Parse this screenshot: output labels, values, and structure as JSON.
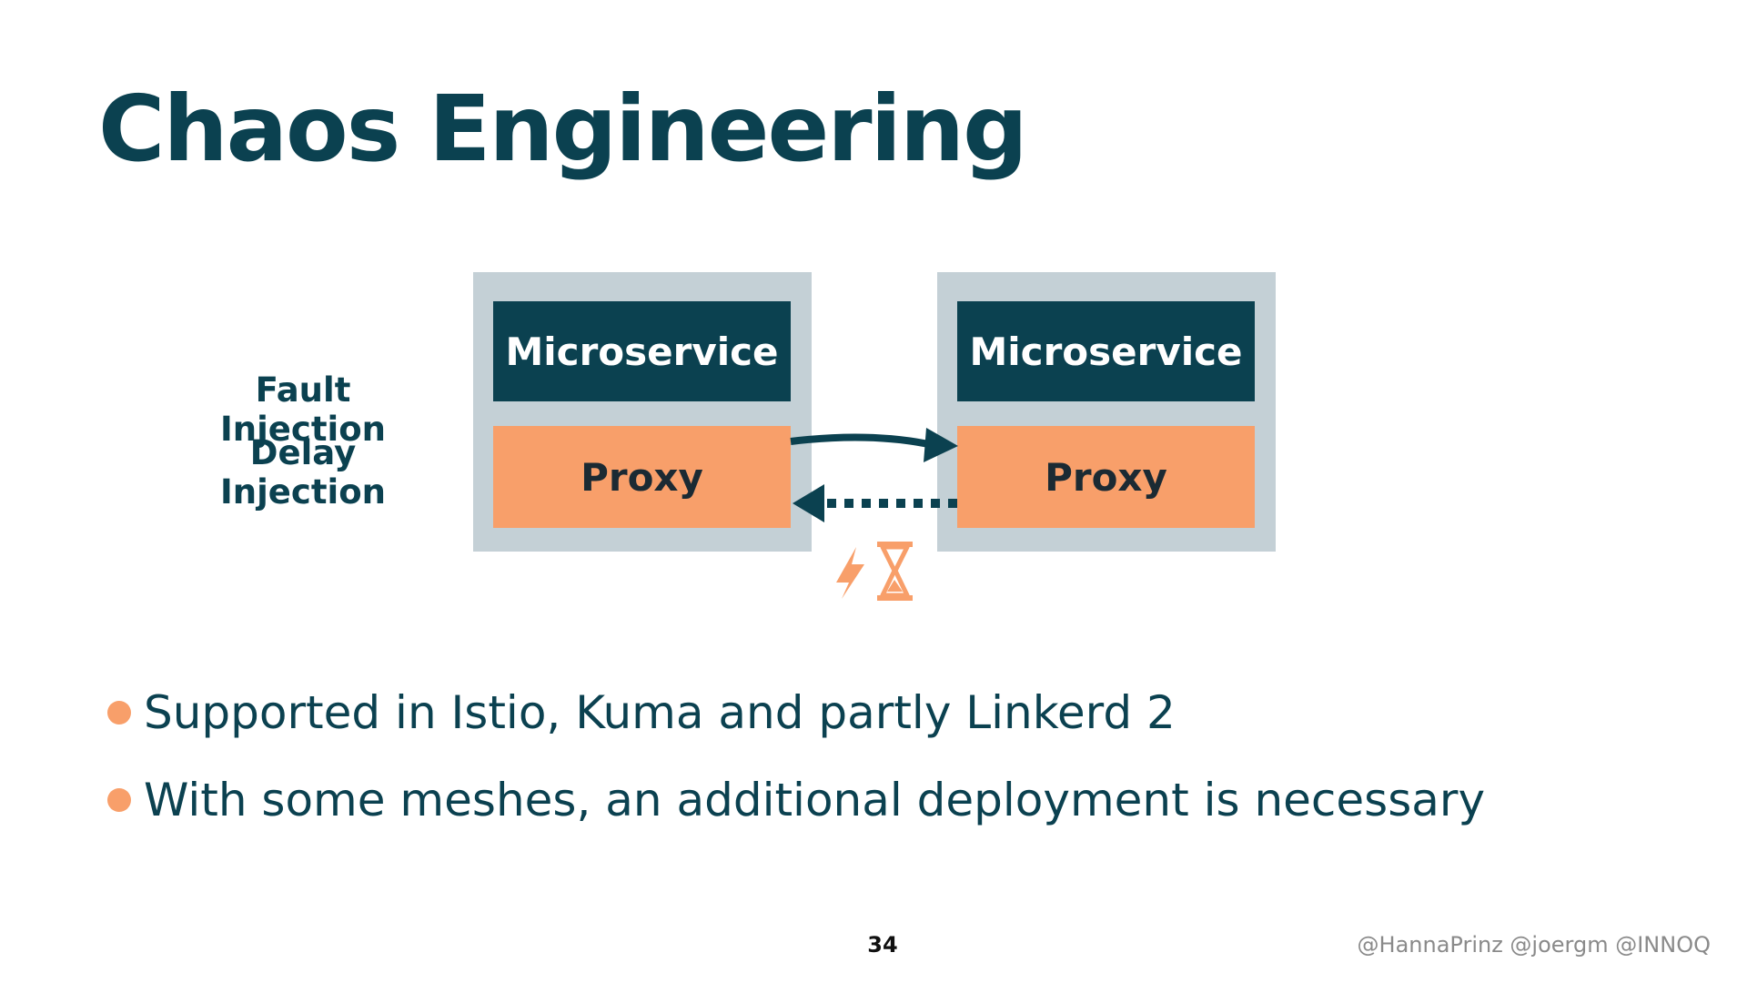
{
  "slide": {
    "title": "Chaos Engineering",
    "side_labels": [
      "Fault Injection",
      "Delay Injection"
    ],
    "left_box": {
      "service_label": "Microservice",
      "proxy_label": "Proxy"
    },
    "right_box": {
      "service_label": "Microservice",
      "proxy_label": "Proxy"
    },
    "icons": [
      "lightning-icon",
      "hourglass-icon"
    ],
    "bullets": [
      "Supported in Istio, Kuma and partly Linkerd 2",
      "With some meshes, an additional deployment is necessary"
    ],
    "page_number": "34",
    "footer_handles": "@HannaPrinz @joergm @INNOQ"
  },
  "colors": {
    "dark_teal": "#0b4150",
    "container_gray": "#c4d0d6",
    "proxy_orange": "#f89f6a",
    "footer_gray": "#8a8a8a"
  }
}
